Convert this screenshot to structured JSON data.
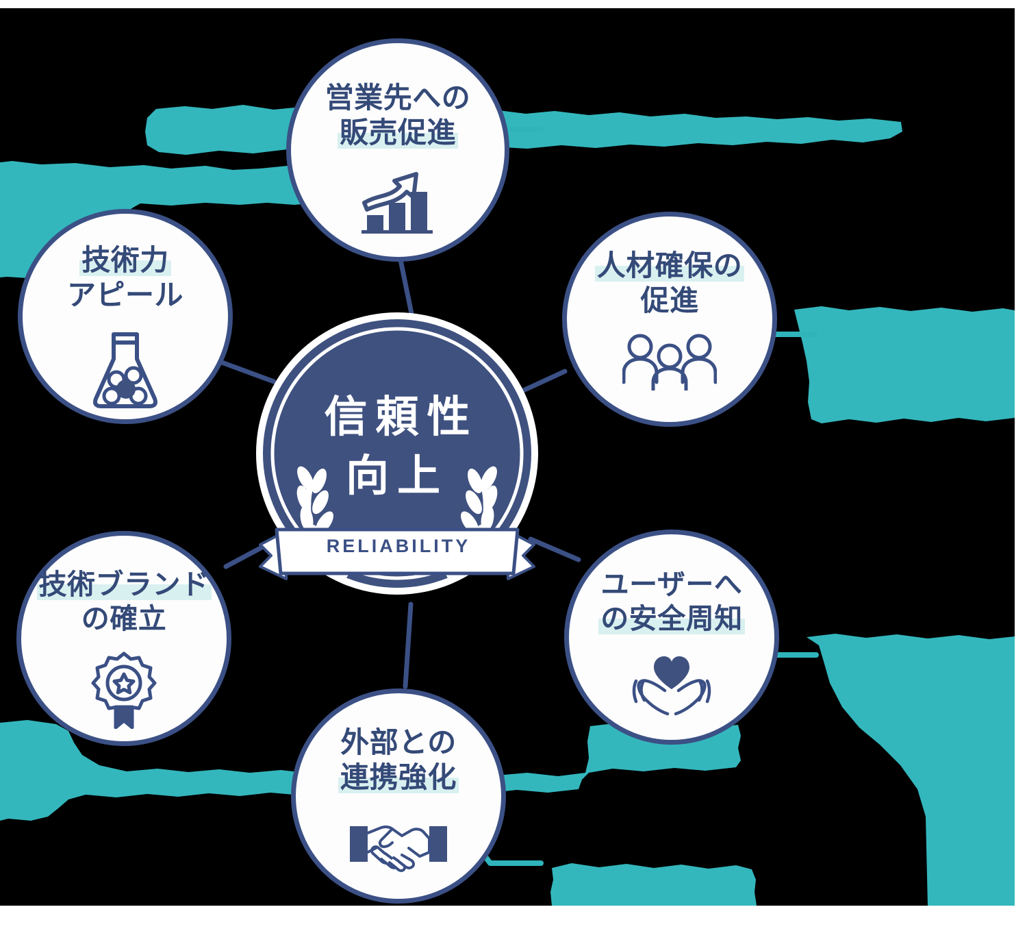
{
  "diagram": {
    "type": "hub-and-spoke",
    "title_center": "信頼性向上",
    "center": {
      "line1": "信頼性",
      "line2": "向上",
      "ribbon": "RELIABILITY",
      "icon": "laurel-wreath-badge-icon"
    },
    "colors": {
      "navy": "#3b5085",
      "navy_fill": "#3f517f",
      "teal": "#33b7bd",
      "highlight": "#d9f0f0",
      "circle_fill": "#fdfdfd",
      "canvas": "#000000",
      "text_navy": "#344a78"
    },
    "nodes": [
      {
        "id": "sales-promotion",
        "position": "top",
        "line1": "営業先への",
        "line2": "販売促進",
        "highlight_line": 2,
        "icon": "bar-chart-growth-icon",
        "has_callout": true,
        "callout_side": "right"
      },
      {
        "id": "tech-appeal",
        "position": "top-left",
        "line1": "技術力",
        "line2": "アピール",
        "highlight_line": 1,
        "icon": "flask-molecule-icon",
        "has_callout": true,
        "callout_side": "top-left"
      },
      {
        "id": "talent-acquisition",
        "position": "top-right",
        "line1": "人材確保の",
        "line2": "促進",
        "highlight_line": 1,
        "icon": "three-people-icon",
        "has_callout": true,
        "callout_side": "right"
      },
      {
        "id": "tech-brand",
        "position": "bottom-left",
        "line1": "技術ブランド",
        "line2": "の確立",
        "highlight_line": 1,
        "icon": "award-ribbon-icon",
        "has_callout": true,
        "callout_side": "bottom-left"
      },
      {
        "id": "user-safety",
        "position": "bottom-right",
        "line1": "ユーザーへ",
        "line2": "の安全周知",
        "highlight_line": 2,
        "icon": "hands-holding-heart-icon",
        "has_callout": true,
        "callout_side": "right"
      },
      {
        "id": "external-partnership",
        "position": "bottom",
        "line1": "外部との",
        "line2": "連携強化",
        "highlight_line": 2,
        "icon": "handshake-icon",
        "has_callout": true,
        "callout_side": "bottom-right"
      }
    ],
    "callouts": [
      {
        "id": "callout-sales-promotion",
        "text": "",
        "redacted": true
      },
      {
        "id": "callout-tech-appeal",
        "text": "",
        "redacted": true
      },
      {
        "id": "callout-talent-acquisition",
        "text": "",
        "redacted": true
      },
      {
        "id": "callout-tech-brand",
        "text": "",
        "redacted": true
      },
      {
        "id": "callout-user-safety",
        "text": "",
        "redacted": true
      },
      {
        "id": "callout-external-partnership",
        "text": "",
        "redacted": true
      }
    ]
  }
}
